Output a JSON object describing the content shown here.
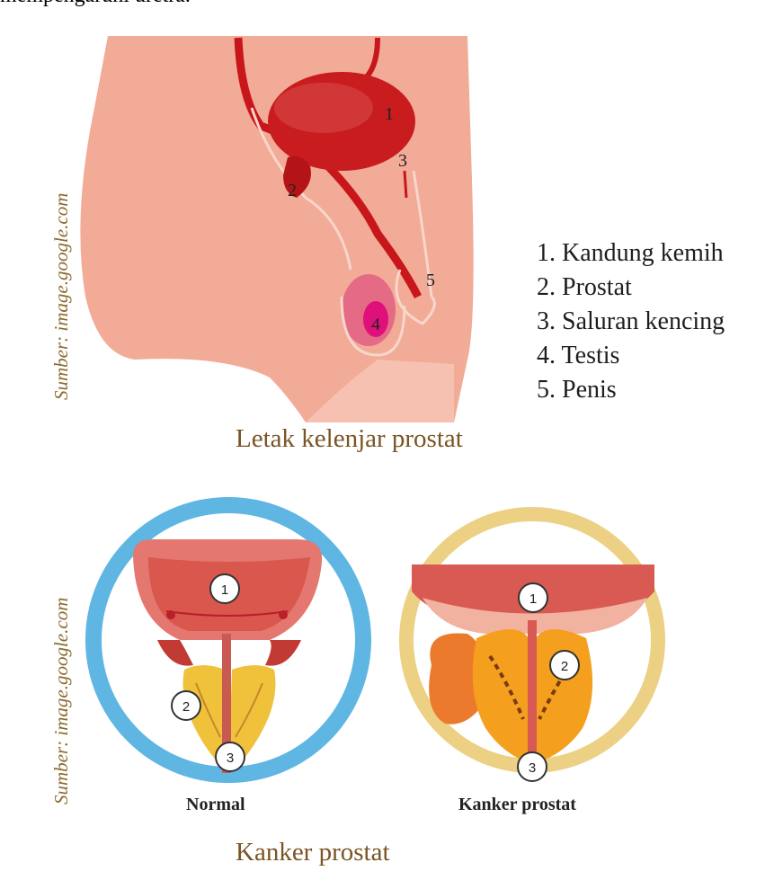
{
  "top_text": "mempengaruhi uretra.",
  "source_credit_top": "Sumber: image.google.com",
  "source_credit_bottom": "Sumber: image.google.com",
  "anatomy": {
    "numbers": [
      "1",
      "2",
      "3",
      "4",
      "5"
    ],
    "legend": [
      "1. Kandung kemih",
      "2. Prostat",
      "3. Saluran kencing",
      "4. Testis",
      "5. Penis"
    ],
    "caption": "Letak kelenjar prostat"
  },
  "comparison": {
    "normal_label": "Normal",
    "cancer_label": "Kanker prostat",
    "normal_markers": [
      "1",
      "2",
      "3"
    ],
    "cancer_markers": [
      "1",
      "2",
      "3"
    ],
    "caption": "Kanker prostat"
  },
  "colors": {
    "skin": "#f2ab97",
    "organ_red": "#c8161b",
    "normal_ring": "#5fb6e3",
    "cancer_ring": "#ecd184",
    "caption_brown": "#7a5424"
  }
}
